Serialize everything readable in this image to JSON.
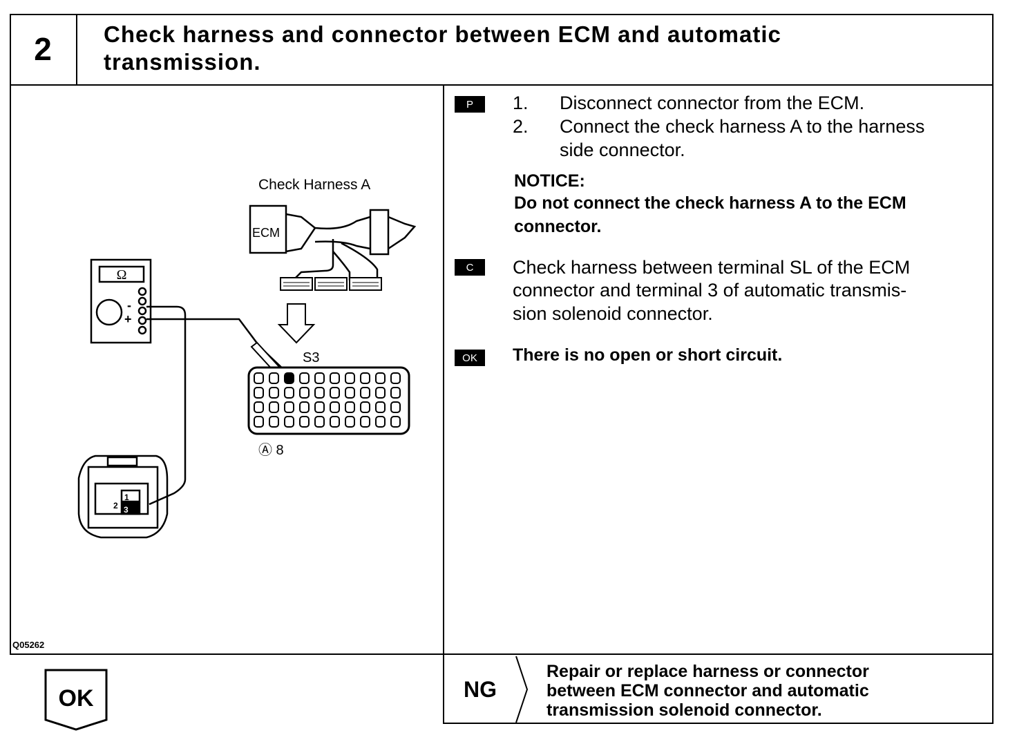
{
  "step": {
    "number": "2",
    "title_line1": "Check harness and connector between ECM and automatic",
    "title_line2": "transmission."
  },
  "figure": {
    "check_harness_label": "Check Harness A",
    "ecm_label": "ECM",
    "ohm_symbol": "Ω",
    "minus_sign": "-",
    "plus_sign": "+",
    "connector_label": "S3",
    "connector_id": "Ⓐ 8",
    "solenoid_pin1": "1",
    "solenoid_pin2": "2",
    "solenoid_pin3": "3",
    "figure_code": "Q05262"
  },
  "procedure": {
    "prep_tag": "P",
    "items": [
      {
        "num": "1.",
        "text": "Disconnect connector from the ECM."
      },
      {
        "num": "2.",
        "text_line1": "Connect the check harness A to the harness",
        "text_line2": "side connector."
      }
    ],
    "notice_title": "NOTICE:",
    "notice_line1": "Do not connect the check harness A to the ECM",
    "notice_line2": "connector.",
    "check_tag": "C",
    "check_line1": "Check harness between terminal SL of the ECM",
    "check_line2": "connector and terminal 3 of automatic transmis-",
    "check_line3": "sion solenoid connector.",
    "ok_tag": "OK",
    "ok_text": "There is no open or short circuit."
  },
  "results": {
    "ok_label": "OK",
    "ng_label": "NG",
    "ng_line1": "Repair or replace harness or connector",
    "ng_line2": "between ECM connector and automatic",
    "ng_line3": "transmission solenoid connector."
  }
}
